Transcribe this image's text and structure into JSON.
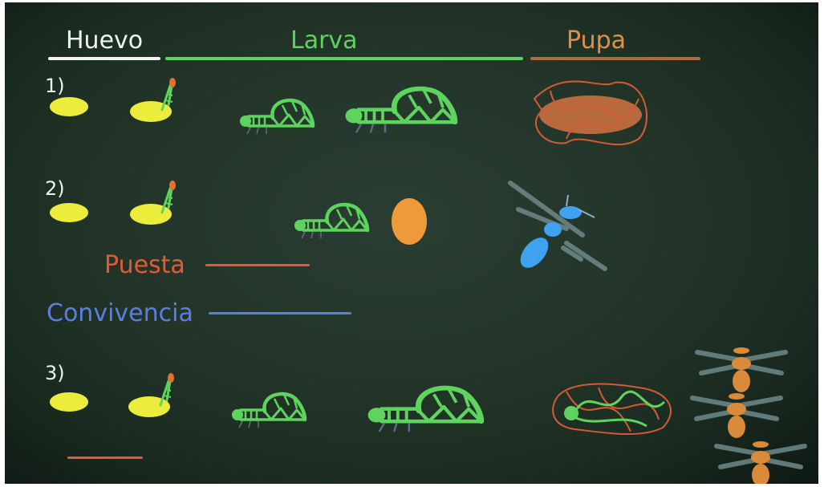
{
  "stages": {
    "huevo": "Huevo",
    "larva": "Larva",
    "pupa": "Pupa"
  },
  "rows": {
    "r1": "1)",
    "r2": "2)",
    "r3": "3)"
  },
  "legend": {
    "puesta": "Puesta",
    "convivencia": "Convivencia"
  },
  "colors": {
    "board": "#233529",
    "huevo": "#f4f4f0",
    "larva": "#5ed45e",
    "pupa": "#b4683a",
    "puesta": "#e25a36",
    "convivencia": "#5b7fe0",
    "egg": "#ecec3c",
    "cocoon": "#ef9a3a",
    "wasp_blue": "#3fa2f0",
    "wasp_orange": "#d98a3a"
  }
}
